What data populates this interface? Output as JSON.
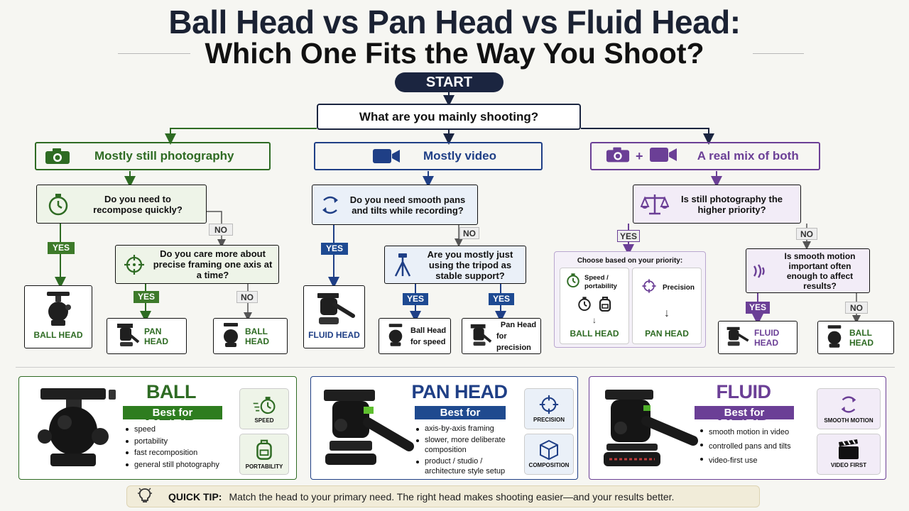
{
  "title": {
    "line1": "Ball Head vs Pan Head vs Fluid Head:",
    "line2": "Which One Fits the Way You Shoot?"
  },
  "colors": {
    "green": "#2e6b23",
    "blue": "#1f3f86",
    "purple": "#6b3f96",
    "navy": "#1b2540"
  },
  "flow": {
    "start": "START",
    "question": "What are you mainly shooting?",
    "branches": {
      "still": {
        "label": "Mostly still photography",
        "icon": "camera-icon",
        "q1": "Do you need to recompose quickly?",
        "q1_yes": "YES",
        "q1_no": "NO",
        "yes_result": "BALL HEAD",
        "q2": "Do you care more about precise framing one axis at a time?",
        "q2_yes": "YES",
        "q2_no": "NO",
        "q2_yes_result": "PAN HEAD",
        "q2_no_result": "BALL HEAD"
      },
      "video": {
        "label": "Mostly video",
        "icon": "video-camera-icon",
        "q1": "Do you need smooth pans and tilts while recording?",
        "q1_yes": "YES",
        "q1_no": "NO",
        "yes_result": "FLUID HEAD",
        "q2": "Are you mostly just using the tripod as stable support?",
        "q2_yes_a": "YES",
        "q2_yes_b": "YES",
        "result_a_title": "Ball Head",
        "result_a_sub": "for speed",
        "result_b_title": "Pan Head",
        "result_b_sub": "for precision"
      },
      "mix": {
        "label": "A real mix of both",
        "plus": "+",
        "q1": "Is still photography the higher priority?",
        "q1_yes": "YES",
        "q1_no": "NO",
        "priority_title": "Choose based on your priority:",
        "priority_left": "Speed / portability",
        "priority_left_result": "BALL HEAD",
        "priority_right": "Precision",
        "priority_right_result": "PAN HEAD",
        "q2": "Is smooth motion important often enough to affect results?",
        "q2_yes": "YES",
        "q2_no": "NO",
        "q2_yes_result": "FLUID HEAD",
        "q2_no_result": "BALL HEAD"
      }
    }
  },
  "cards": [
    {
      "title": "BALL HEAD",
      "best_for": "Best for",
      "bullets": [
        "speed",
        "portability",
        "fast recomposition",
        "general still photography"
      ],
      "features": [
        "SPEED",
        "PORTABILITY"
      ]
    },
    {
      "title": "PAN HEAD",
      "best_for": "Best for",
      "bullets": [
        "axis-by-axis framing",
        "slower, more deliberate composition",
        "product / studio / architecture style setup"
      ],
      "features": [
        "PRECISION",
        "COMPOSITION"
      ]
    },
    {
      "title": "FLUID HEAD",
      "best_for": "Best for",
      "bullets": [
        "smooth motion in video",
        "controlled pans and tilts",
        "video-first use"
      ],
      "features": [
        "SMOOTH MOTION",
        "VIDEO FIRST"
      ]
    }
  ],
  "tip": {
    "label": "QUICK TIP:",
    "text": "Match the head to your primary need. The right head makes shooting easier—and your results better."
  }
}
